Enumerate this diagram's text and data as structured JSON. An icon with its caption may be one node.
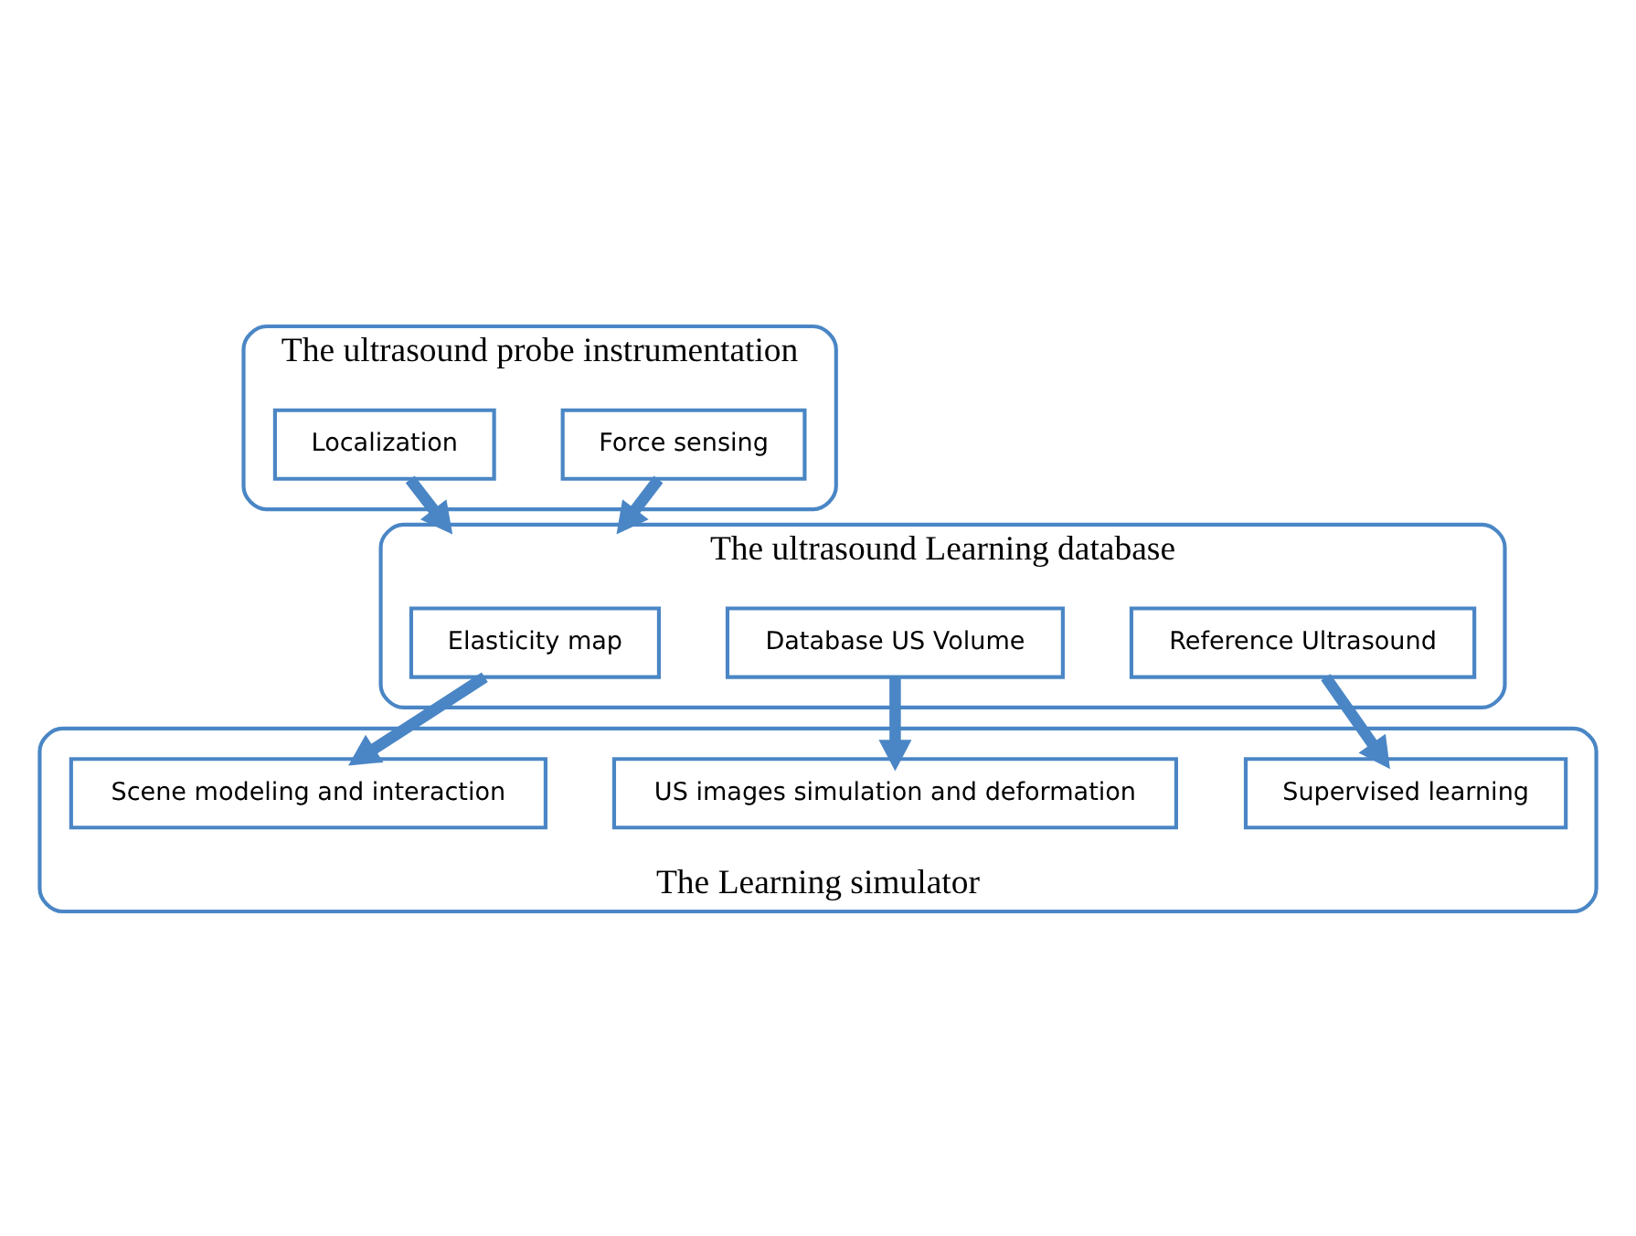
{
  "diagram": {
    "nodes": [
      {
        "text": [
          "The ultrasound probe instrumentation"
        ]
      },
      {
        "text": [
          "Localization"
        ],
        "in": 0
      },
      {
        "text": [
          "Force sensing"
        ],
        "in": 0
      },
      {
        "text": [
          "The ultrasound Learning database"
        ]
      },
      {
        "text": [
          "Elasticity map"
        ],
        "in": 3
      },
      {
        "text": [
          "Database US Volume"
        ],
        "in": 3
      },
      {
        "text": [
          "Reference Ultrasound"
        ],
        "in": 3
      },
      {
        "text": [
          "The Learning simulator"
        ]
      },
      {
        "text": [
          "Scene modeling and interaction"
        ],
        "in": 7
      },
      {
        "text": [
          "US images simulation and deformation"
        ],
        "in": 7
      },
      {
        "text": [
          "Supervised learning"
        ],
        "in": 7
      }
    ],
    "edges": [
      {
        "from": 1,
        "to": 3,
        "arrow": "to"
      },
      {
        "from": 2,
        "to": 3,
        "arrow": "to"
      },
      {
        "from": 4,
        "to": 8,
        "arrow": "to"
      },
      {
        "from": 5,
        "to": 9,
        "arrow": "to"
      },
      {
        "from": 6,
        "to": 10,
        "arrow": "to"
      }
    ]
  }
}
